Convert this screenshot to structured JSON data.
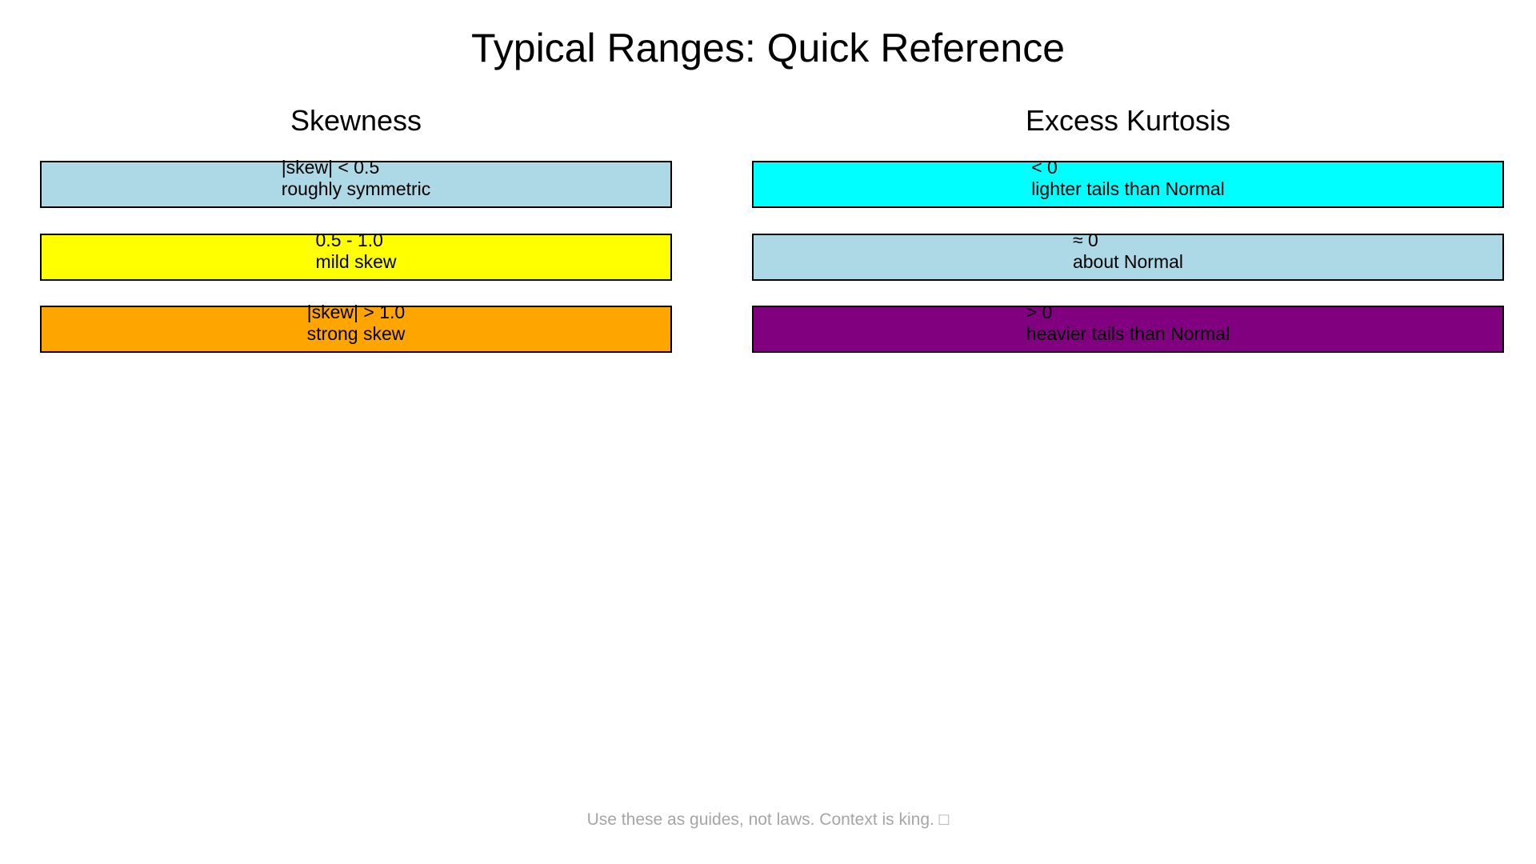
{
  "title": "Typical Ranges: Quick Reference",
  "skewness": {
    "heading": "Skewness",
    "rows": [
      {
        "range": "|skew| < 0.5",
        "description": "roughly symmetric",
        "color": "#add8e6"
      },
      {
        "range": "0.5 - 1.0",
        "description": "mild skew",
        "color": "#ffff00"
      },
      {
        "range": "|skew| > 1.0",
        "description": "strong skew",
        "color": "#ffa500"
      }
    ]
  },
  "kurtosis": {
    "heading": "Excess Kurtosis",
    "rows": [
      {
        "range": "< 0",
        "description": "lighter tails than Normal",
        "color": "#00ffff"
      },
      {
        "range": "≈ 0",
        "description": "about Normal",
        "color": "#add8e6"
      },
      {
        "range": "> 0",
        "description": "heavier tails than Normal",
        "color": "#800080"
      }
    ]
  },
  "footer": "Use these as guides, not laws. Context is king. □"
}
